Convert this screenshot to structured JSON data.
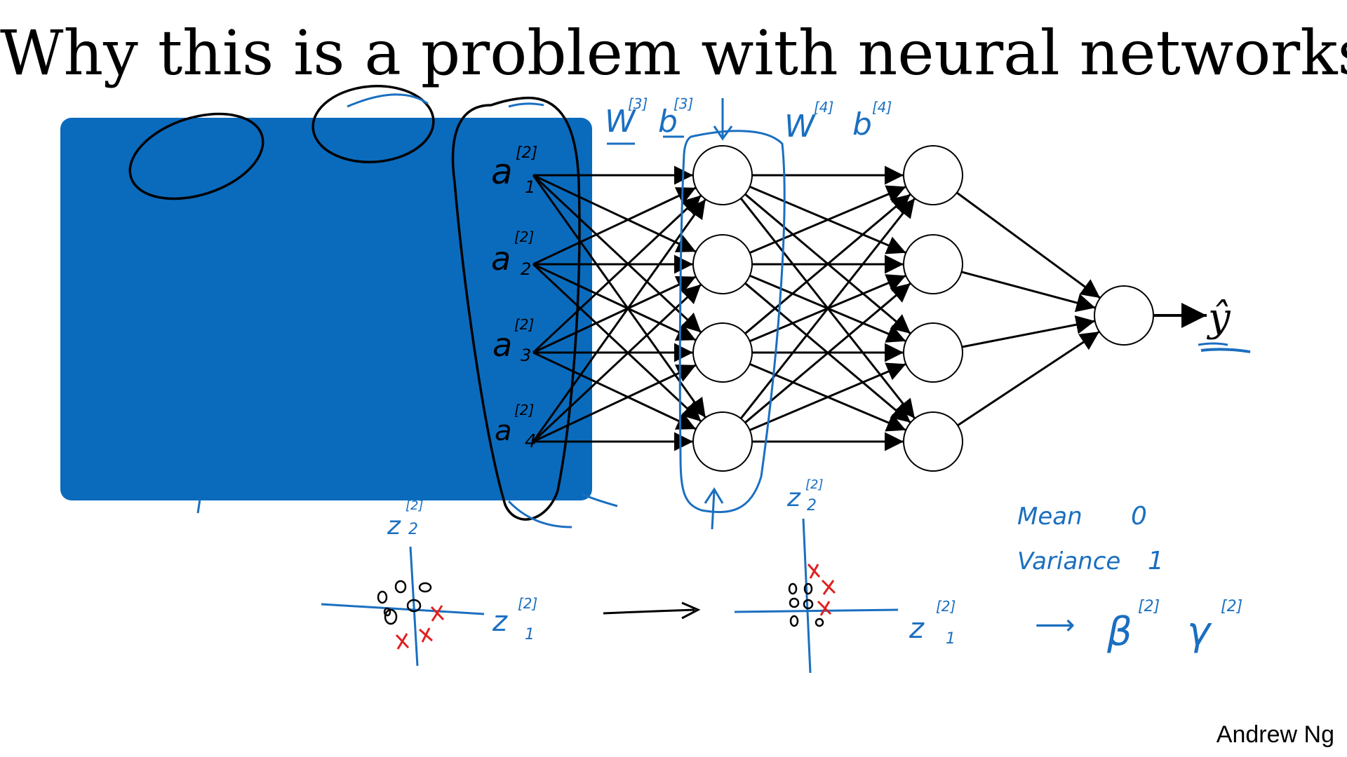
{
  "slide": {
    "title": "Why this is a problem with neural networks?",
    "author": "Andrew Ng"
  },
  "network": {
    "layer_sizes": [
      4,
      4,
      4,
      1
    ],
    "output_label": "ŷ"
  },
  "annotations": {
    "a1": "a",
    "a1_sup": "[2]",
    "a1_sub": "1",
    "a2": "a",
    "a2_sup": "[2]",
    "a2_sub": "2",
    "a3": "a",
    "a3_sup": "[2]",
    "a3_sub": "3",
    "a4": "a",
    "a4_sup": "[2]",
    "a4_sub": "4",
    "w3b3": "W",
    "w3_sup": "[3]",
    "b3": "b",
    "b3_sup": "[3]",
    "w4b4": "W",
    "w4_sup": "[4]",
    "b4": "b",
    "b4_sup": "[4]",
    "z2_left": "z",
    "z2_left_sup": "[2]",
    "z2_left_sub": "2",
    "z1_left": "z",
    "z1_left_sup": "[2]",
    "z1_left_sub": "1",
    "z2_right": "z",
    "z2_right_sup": "[2]",
    "z2_right_sub": "2",
    "z1_right": "z",
    "z1_right_sup": "[2]",
    "z1_right_sub": "1",
    "mean_label": "Mean",
    "mean_val": "0",
    "var_label": "Variance",
    "var_val": "1",
    "beta": "β",
    "beta_sup": "[2]",
    "gamma": "γ",
    "gamma_sup": "[2]",
    "arrow_sym": "⟶"
  },
  "colors": {
    "ink": "#000000",
    "pen_blue": "#1a6fc0",
    "pen_red": "#e02020",
    "box": "#0a6bbd"
  }
}
